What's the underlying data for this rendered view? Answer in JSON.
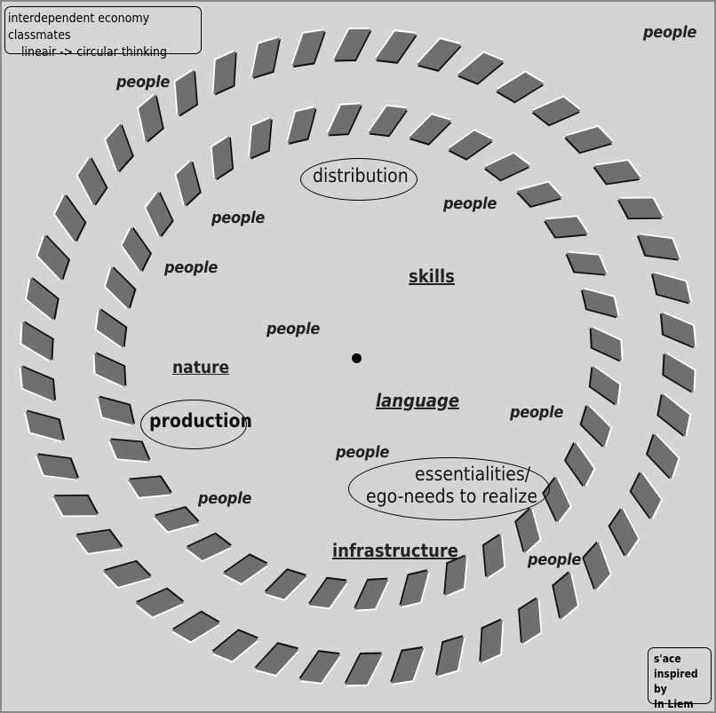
{
  "title": {
    "line1": "interdependent economy classmates",
    "line2": "lineair -> circular thinking"
  },
  "people_labels": [
    "people",
    "people",
    "people",
    "people",
    "people",
    "people",
    "people",
    "people",
    "people",
    "people"
  ],
  "topics": {
    "distribution": "distribution",
    "skills": "skills",
    "nature": "nature",
    "production": "production",
    "language": "language",
    "essentialities_line1": "essentialities/",
    "essentialities_line2": "ego-needs to realize",
    "infrastructure": "infrastructure"
  },
  "credit": {
    "line1": "s'ace",
    "line2": "inspired by",
    "line3": "In Liem"
  },
  "colors": {
    "background": "#d4d4d4",
    "diamond_fill": "#6f6f6f",
    "diamond_dark_edge": "#111111",
    "diamond_light_edge": "#ffffff"
  },
  "diagram": {
    "pattern": "two concentric rings of shaded diamonds (optical illusion)",
    "outer_ring_count": 46,
    "inner_ring_count": 36
  }
}
